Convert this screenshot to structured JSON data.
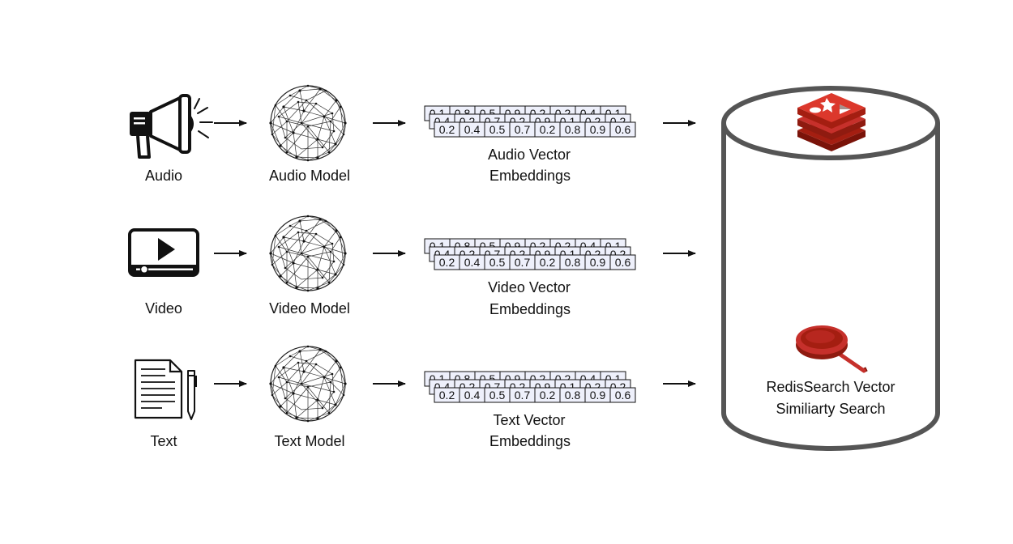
{
  "rows": [
    {
      "source_label": "Audio",
      "source_icon": "megaphone-icon",
      "model_label": "Audio Model",
      "embedding_label_line1": "Audio Vector",
      "embedding_label_line2": "Embeddings"
    },
    {
      "source_label": "Video",
      "source_icon": "video-player-icon",
      "model_label": "Video Model",
      "embedding_label_line1": "Video Vector",
      "embedding_label_line2": "Embeddings"
    },
    {
      "source_label": "Text",
      "source_icon": "document-pen-icon",
      "model_label": "Text Model",
      "embedding_label_line1": "Text Vector",
      "embedding_label_line2": "Embeddings"
    }
  ],
  "model_icon": "neural-network-sphere-icon",
  "vector_layers": [
    [
      "0.1",
      "0.8",
      "0.5",
      "0.9",
      "0.2",
      "0.2",
      "0.4",
      "0.1"
    ],
    [
      "0.4",
      "0.2",
      "0.7",
      "0.2",
      "0.9",
      "0.1",
      "0.2",
      "0.2"
    ],
    [
      "0.2",
      "0.4",
      "0.5",
      "0.7",
      "0.2",
      "0.8",
      "0.9",
      "0.6"
    ]
  ],
  "database": {
    "icon": "redis-logo-icon",
    "search_icon": "magnifying-glass-icon",
    "label_line1": "RedisSearch Vector",
    "label_line2": "Similiarty Search"
  },
  "colors": {
    "redis_red": "#c6302b",
    "cell_fill": "#eef0fb",
    "cylinder_stroke": "#555555"
  }
}
